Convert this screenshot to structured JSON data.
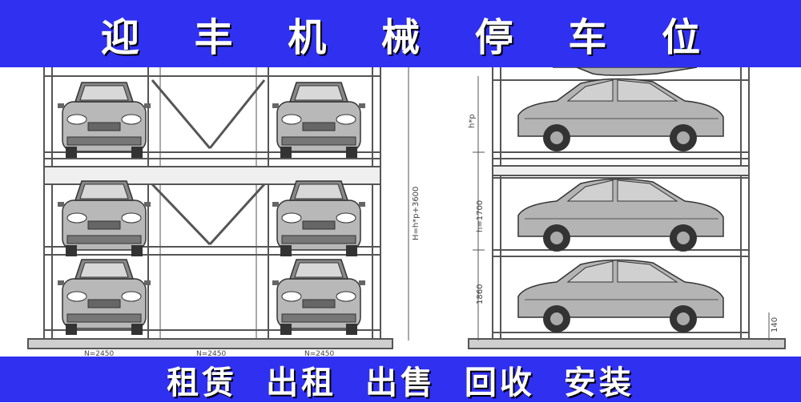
{
  "header": {
    "title": "迎 丰 机 械 停 车 位"
  },
  "footer": {
    "services": "租赁 出租 出售 回收 安装"
  },
  "diagram": {
    "dim_total_height": "H=h*p+3600",
    "dim_hp": "h*p",
    "dim_1700": "h=1700",
    "dim_1860": "1860",
    "dim_140": "140",
    "dim_width_1": "N=2450",
    "dim_width_2": "N=2450",
    "dim_width_3": "N=2450"
  },
  "colors": {
    "banner": "#3030f0",
    "banner_text": "#ffffff",
    "line": "#555555"
  }
}
